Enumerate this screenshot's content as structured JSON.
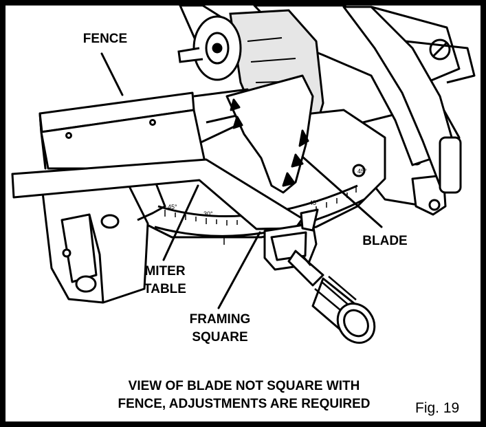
{
  "callouts": {
    "fence": "FENCE",
    "blade": "BLADE",
    "miter_table_line1": "MITER",
    "miter_table_line2": "TABLE",
    "framing_square_line1": "FRAMING",
    "framing_square_line2": "SQUARE"
  },
  "scale_marks": {
    "left_45": "45°",
    "left_30": "30°",
    "right_45": "45°",
    "far_right_45": "45°"
  },
  "caption": {
    "line1": "VIEW OF BLADE NOT SQUARE WITH",
    "line2": "FENCE, ADJUSTMENTS ARE REQUIRED"
  },
  "figure_label": "Fig. 19",
  "colors": {
    "ink": "#000000",
    "paper": "#ffffff",
    "shade": "#e6e6e6"
  }
}
